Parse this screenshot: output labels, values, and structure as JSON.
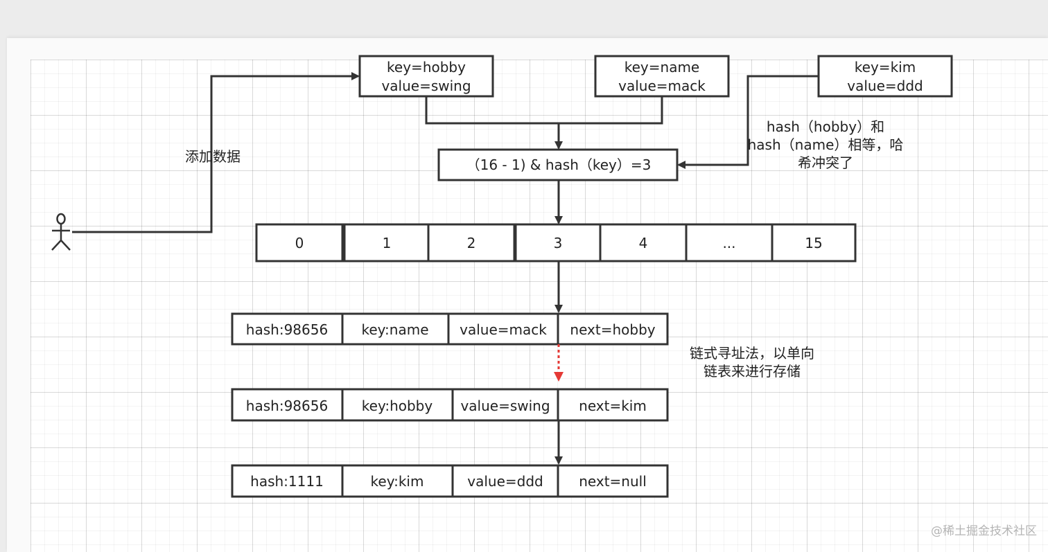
{
  "entries": [
    {
      "key": "key=hobby",
      "value": "value=swing"
    },
    {
      "key": "key=name",
      "value": "value=mack"
    },
    {
      "key": "key=kim",
      "value": "value=ddd"
    }
  ],
  "hash_formula": "（16 - 1) & hash（key）=3",
  "add_data_label": "添加数据",
  "collision_note": [
    "hash（hobby）和",
    "hash（name）相等，哈",
    "希冲突了"
  ],
  "buckets": [
    "0",
    "1",
    "2",
    "3",
    "4",
    "...",
    "15"
  ],
  "nodes": [
    {
      "hash": "hash:98656",
      "key": "key:name",
      "value": "value=mack",
      "next": "next=hobby"
    },
    {
      "hash": "hash:98656",
      "key": "key:hobby",
      "value": "value=swing",
      "next": "next=kim"
    },
    {
      "hash": "hash:1111",
      "key": "key:kim",
      "value": "value=ddd",
      "next": "next=null"
    }
  ],
  "chain_note": [
    "链式寻址法，以单向",
    "链表来进行存储"
  ],
  "watermark": "@稀土掘金技术社区",
  "colors": {
    "stroke": "#333333",
    "dashed_arrow": "#e53935"
  }
}
